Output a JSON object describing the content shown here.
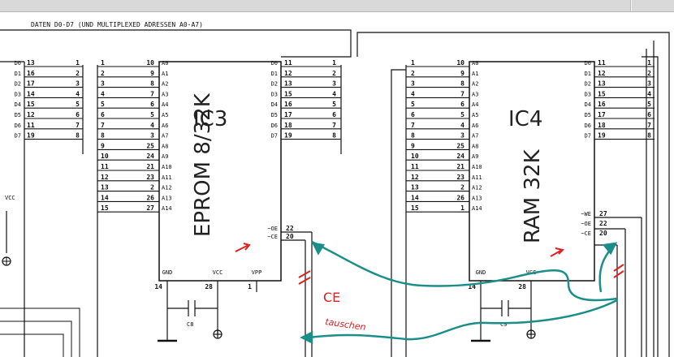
{
  "header": {
    "bus_label": "DATEN D0-D7 (UND MULTIPLEXED ADRESSEN A0-A7)"
  },
  "ic3": {
    "name": "IC3",
    "type": "EPROM 8/32K",
    "addr_signals": [
      "A0",
      "A1",
      "A2",
      "A3",
      "A4",
      "A5",
      "A6",
      "A7",
      "A8",
      "A9",
      "A10",
      "A11",
      "A12",
      "A13",
      "A14"
    ],
    "addr_pins": [
      "10",
      "9",
      "8",
      "7",
      "6",
      "5",
      "4",
      "3",
      "25",
      "24",
      "21",
      "23",
      "2",
      "26",
      "27"
    ],
    "addr_bus_numbers": [
      "1",
      "2",
      "3",
      "4",
      "5",
      "6",
      "7",
      "8",
      "9",
      "10",
      "11",
      "12",
      "13",
      "14",
      "15"
    ],
    "data_signals": [
      "D0",
      "D1",
      "D2",
      "D3",
      "D4",
      "D5",
      "D6",
      "D7"
    ],
    "data_pins": [
      "11",
      "12",
      "13",
      "15",
      "16",
      "17",
      "18",
      "19"
    ],
    "data_bus_numbers": [
      "1",
      "2",
      "3",
      "4",
      "5",
      "6",
      "7",
      "8"
    ],
    "ctrl_signals": [
      "~OE",
      "~CE"
    ],
    "ctrl_pins": [
      "22",
      "20"
    ],
    "bottom_signals": [
      "GND",
      "VCC",
      "VPP"
    ],
    "bottom_pins": [
      "14",
      "28",
      "1"
    ],
    "capacitor": "C8"
  },
  "ic4": {
    "name": "IC4",
    "type": "RAM 32K",
    "addr_signals": [
      "A0",
      "A1",
      "A2",
      "A3",
      "A4",
      "A5",
      "A6",
      "A7",
      "A8",
      "A9",
      "A10",
      "A11",
      "A12",
      "A13",
      "A14"
    ],
    "addr_pins": [
      "10",
      "9",
      "8",
      "7",
      "6",
      "5",
      "4",
      "3",
      "25",
      "24",
      "21",
      "23",
      "2",
      "26",
      "1"
    ],
    "addr_bus_numbers": [
      "1",
      "2",
      "3",
      "4",
      "5",
      "6",
      "7",
      "8",
      "9",
      "10",
      "11",
      "12",
      "13",
      "14",
      "15"
    ],
    "data_signals": [
      "D0",
      "D1",
      "D2",
      "D3",
      "D4",
      "D5",
      "D6",
      "D7"
    ],
    "data_pins": [
      "11",
      "12",
      "13",
      "15",
      "16",
      "17",
      "18",
      "19"
    ],
    "data_bus_numbers": [
      "1",
      "2",
      "3",
      "4",
      "5",
      "6",
      "7",
      "8"
    ],
    "ctrl_signals": [
      "~WE",
      "~OE",
      "~CE"
    ],
    "ctrl_pins": [
      "27",
      "22",
      "20"
    ],
    "bottom_signals": [
      "GND",
      "VCC"
    ],
    "bottom_pins": [
      "14",
      "28"
    ],
    "capacitor": "C9"
  },
  "left_ic": {
    "data_signals": [
      "D0",
      "D1",
      "D2",
      "D3",
      "D4",
      "D5",
      "D6",
      "D7"
    ],
    "data_pins": [
      "13",
      "16",
      "17",
      "14",
      "15",
      "12",
      "11",
      "19"
    ],
    "data_bus_numbers": [
      "1",
      "2",
      "3",
      "4",
      "5",
      "6",
      "7",
      "8"
    ],
    "vcc_label": "VCC"
  },
  "annotations": {
    "ce_label": "CE",
    "tauschen_label": "tauschen"
  },
  "colors": {
    "annotation_red": "#e0201f",
    "swap_teal": "#1a8f8a",
    "line": "#111111"
  }
}
